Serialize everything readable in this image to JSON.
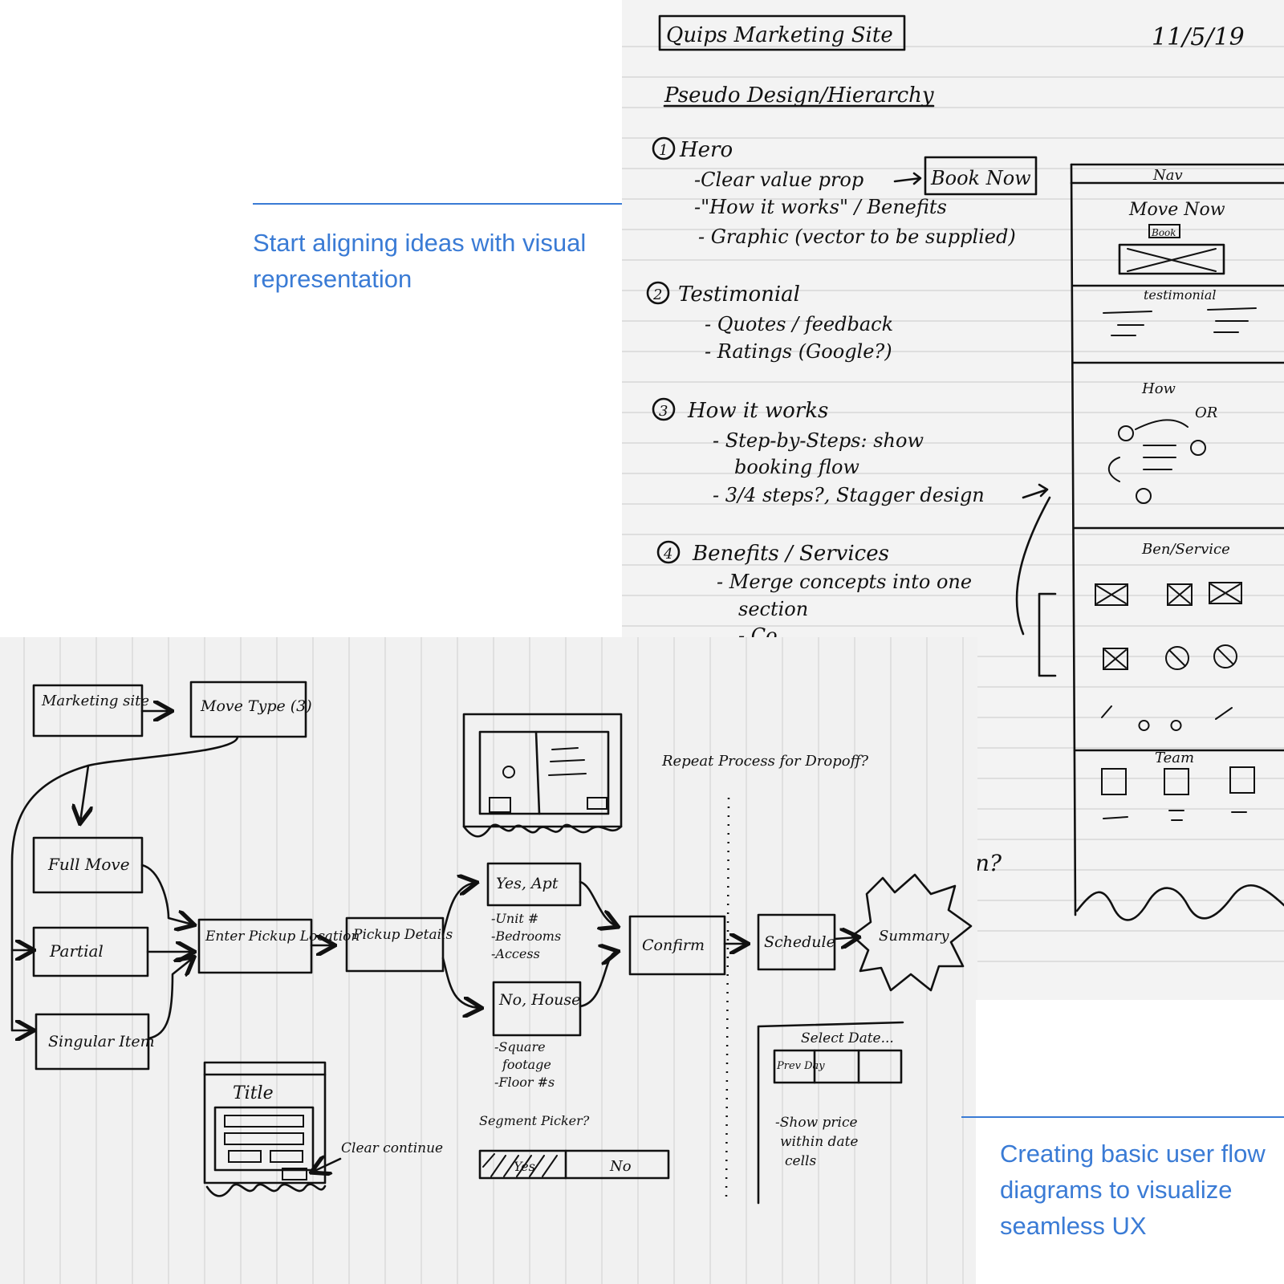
{
  "captions": {
    "top": "Start aligning ideas with visual representation",
    "bottom": "Creating basic user flow diagrams to visualize seamless UX"
  },
  "colors": {
    "accent": "#3a7bd5",
    "ink": "#111111",
    "paper": "#f2f2f2"
  },
  "notes": {
    "title": "Quips Marketing Site",
    "date": "11/5/19",
    "subtitle": "Pseudo Design/Hierarchy",
    "sections": [
      {
        "num": "1",
        "heading": "Hero",
        "lines": [
          "-Clear value prop",
          "-\"How it works\" / Benefits",
          "- Graphic (vector to be supplied)"
        ],
        "tag": "Book Now"
      },
      {
        "num": "2",
        "heading": "Testimonial",
        "lines": [
          "- Quotes / feedback",
          "- Ratings (Google?)"
        ]
      },
      {
        "num": "3",
        "heading": "How it works",
        "lines": [
          "- Step-by-Steps: show",
          "booking flow",
          "- 3/4 steps?, Stagger design"
        ]
      },
      {
        "num": "4",
        "heading": "Benefits / Services",
        "lines": [
          "- Merge concepts into one",
          "section",
          "- Co..."
        ]
      }
    ],
    "stray": "n?",
    "wireframe": {
      "nav": "Nav",
      "hero_title": "Move Now",
      "book": "Book",
      "testimonial": "testimonial",
      "how": "How",
      "or": "OR",
      "benefits": "Ben/Service",
      "team": "Team"
    }
  },
  "flow": {
    "marketing_site": "Marketing site",
    "move_type": "Move Type (3)",
    "full_move": "Full Move",
    "partial": "Partial",
    "singular_item": "Singular Item",
    "enter_pickup": "Enter Pickup Location",
    "pickup_details": "Pickup Details",
    "yes_apt": "Yes, Apt",
    "apt_notes": [
      "-Unit #",
      "-Bedrooms",
      "-Access"
    ],
    "no_house": "No, House",
    "house_notes": [
      "-Square",
      "footage",
      "-Floor #s"
    ],
    "confirm": "Confirm",
    "schedule": "Schedule",
    "summary": "Summary",
    "repeat": "Repeat Process for Dropoff?",
    "title_sketch": "Title",
    "clear_continue": "Clear continue",
    "segment_picker": "Segment Picker?",
    "seg_yes": "Yes",
    "seg_no": "No",
    "select_date": "Select Date...",
    "prev_day": "Prev Day",
    "date_notes": [
      "-Show price",
      "within date",
      "cells"
    ]
  }
}
